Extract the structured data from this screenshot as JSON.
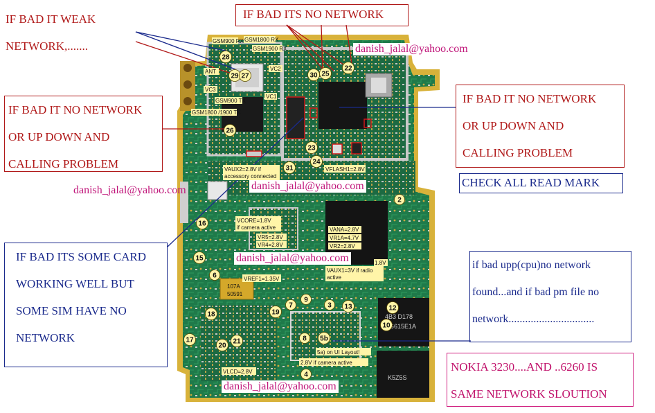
{
  "notes": {
    "weak_network": "IF BAD IT WEAK\nNETWORK,.......",
    "no_network_top": "IF BAD ITS NO NETWORK",
    "left_problem": "IF BAD IT NO NETWORK\nOR UP DOWN AND\nCALLING PROBLEM",
    "right_problem": "IF BAD IT NO NETWORK\nOR UP DOWN AND\nCALLING PROBLEM",
    "check_all": "CHECK ALL READ MARK",
    "sim_card": "IF BAD ITS SOME CARD\nWORKING WELL BUT\nSOME SIM HAVE NO\nNETWORK",
    "upp_cpu": "if bad upp(cpu)no network\nfound...and if bad pm file no\nnetwork...............................",
    "nokia": "NOKIA 3230....AND ..6260 IS\nSAME NETWORK SLOUTION"
  },
  "emails": {
    "top_right": "danish_jalal@yahoo.com",
    "left_mid": "danish_jalal@yahoo.com",
    "center_top": "danish_jalal@yahoo.com",
    "center_mid": "danish_jalal@yahoo.com",
    "bottom": "danish_jalal@yahoo.com"
  },
  "board_labels": {
    "gsm900rx": "GSM900 RX",
    "gsm1800rx": "GSM1800 RX",
    "gsm1900rx": "GSM1900 RX",
    "gsm900tx": "GSM900 TX",
    "gsm1800_1900tx": "GSM1800 /1900 TX",
    "ant": "ANT",
    "vc2": "VC2",
    "vc3": "VC3",
    "vc1": "VC1",
    "vaux2": "VAUX2=2.8V if",
    "vaux2_b": "accessory connected",
    "vflash1": "VFLASH1=2.8V",
    "vcore": "VCORE=1.8V",
    "vcore_b": "if camera active",
    "vr5": "VR5=2.8V",
    "vr4": "VR4=2.8V",
    "vana": "VANA=2.8V",
    "vr1a": "VR1A=4.7V",
    "vr2": "VR2=2.8V",
    "vaux1": "VAUX1=3V if radio",
    "vaux1_b": "active",
    "vref1": "VREF1=1.35V",
    "v18": "1.8V",
    "layout": "5a) on UI Layout!",
    "camera28": "2.8V if camera active",
    "vlcd": "VLCD=2.8V",
    "chip_a": "4B3 D178",
    "chip_b": "SG615E1A",
    "chip_c": "K5Z5S",
    "tant": "107A",
    "tant_b": "50591"
  },
  "test_points": [
    "28",
    "29",
    "27",
    "26",
    "30",
    "25",
    "22",
    "23",
    "24",
    "31",
    "2",
    "16",
    "15",
    "6",
    "7",
    "9",
    "3",
    "13",
    "12",
    "10",
    "18",
    "19",
    "8",
    "17",
    "20",
    "21",
    "4",
    "5b"
  ],
  "colors": {
    "note_red": "#b01818",
    "note_blue": "#1a2a8c",
    "email_pink": "#c0167a",
    "pcb_green": "#1f7a4a",
    "gold": "#d8b23a"
  }
}
